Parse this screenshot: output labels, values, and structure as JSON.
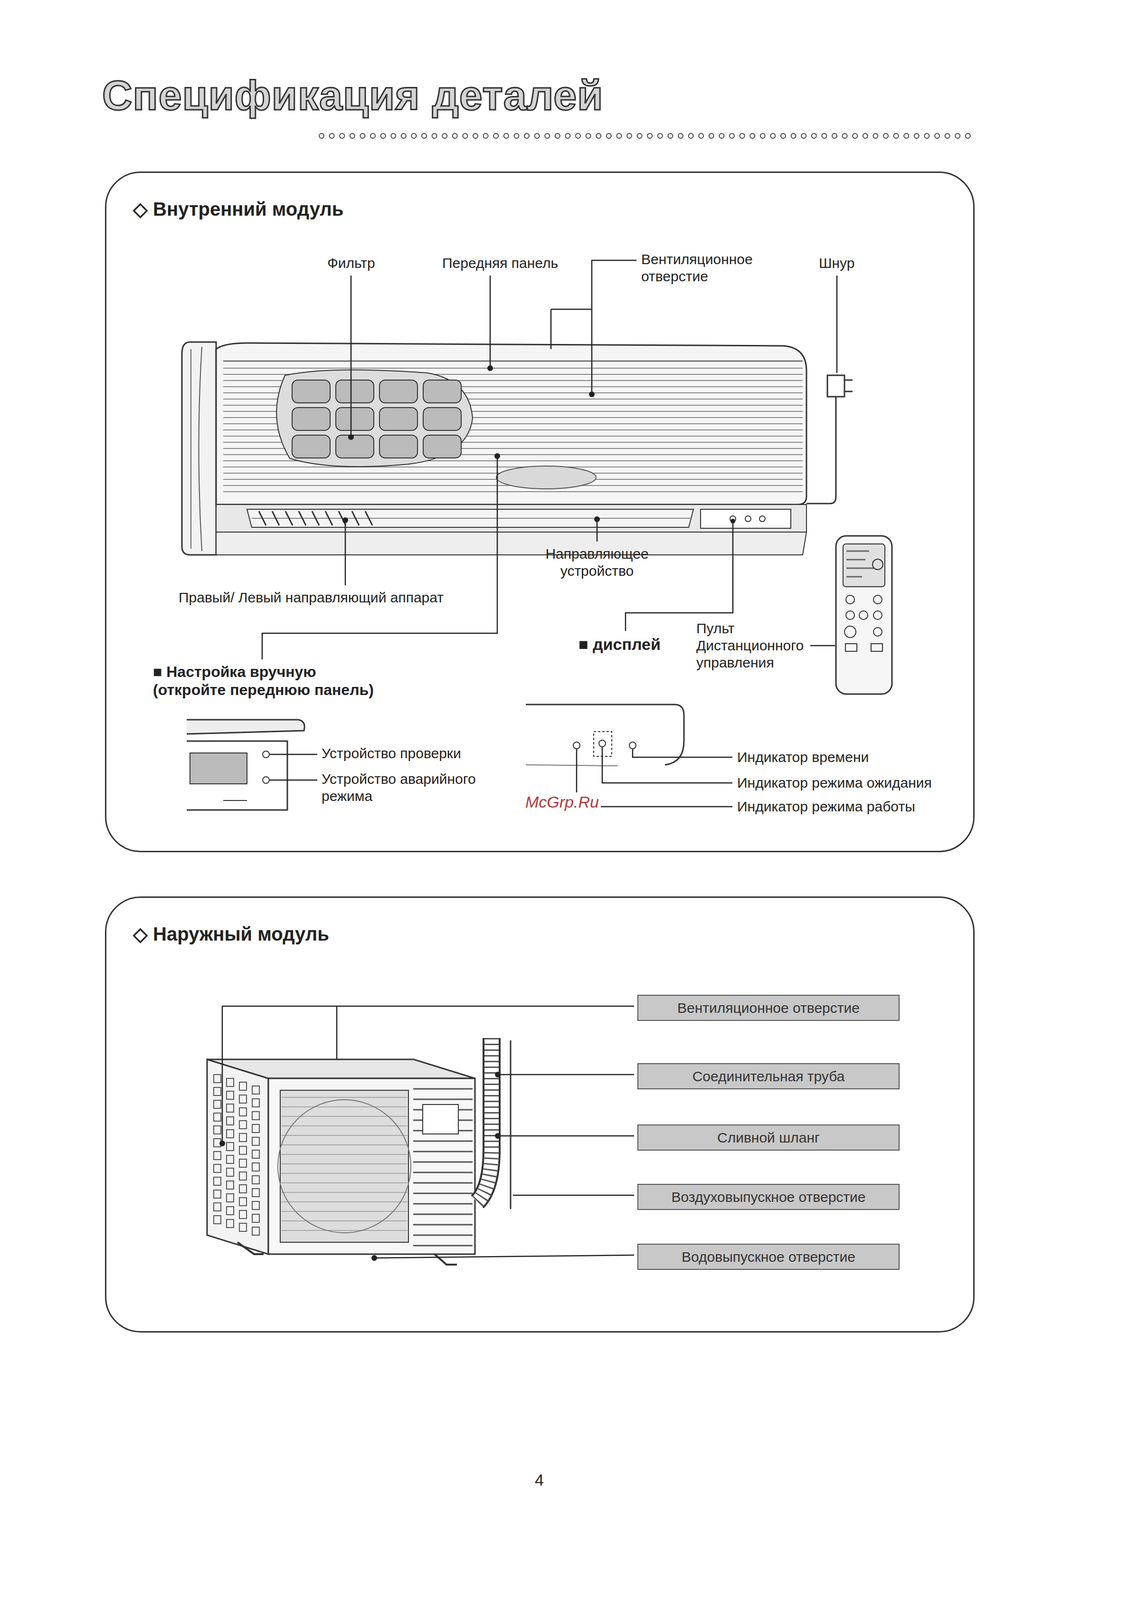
{
  "diagram": {
    "title": "Спецификация деталей",
    "nodes": [
      {
        "text": [
          "◇ Внутренний модуль"
        ]
      },
      {
        "text": [
          "◇ Наружный модуль"
        ]
      },
      {
        "text": [
          "Вентиляционное отверстие"
        ],
        "in": 1
      },
      {
        "text": [
          "Соединительная труба"
        ],
        "in": 1
      },
      {
        "text": [
          "Сливной шланг"
        ],
        "in": 1
      },
      {
        "text": [
          "Воздуховыпускное отверстие"
        ],
        "in": 1
      },
      {
        "text": [
          "Водовыпускное отверстие"
        ],
        "in": 1
      }
    ],
    "labels": [
      "Фильтр",
      "Передняя панель",
      "Вентиляционное отверстие",
      "Шнур",
      "Направляющее устройство",
      "Правый/ Левый направляющий аппарат",
      "■ дисплей",
      "Пульт Дистанционного управления",
      "■ Настройка вручную (откройте переднюю панель)",
      "Устройство проверки",
      "Устройство аварийного режима",
      "Индикатор времени",
      "Индикатор режима ожидания",
      "McGrp.Ru",
      "Индикатор режима работы",
      "4"
    ]
  }
}
